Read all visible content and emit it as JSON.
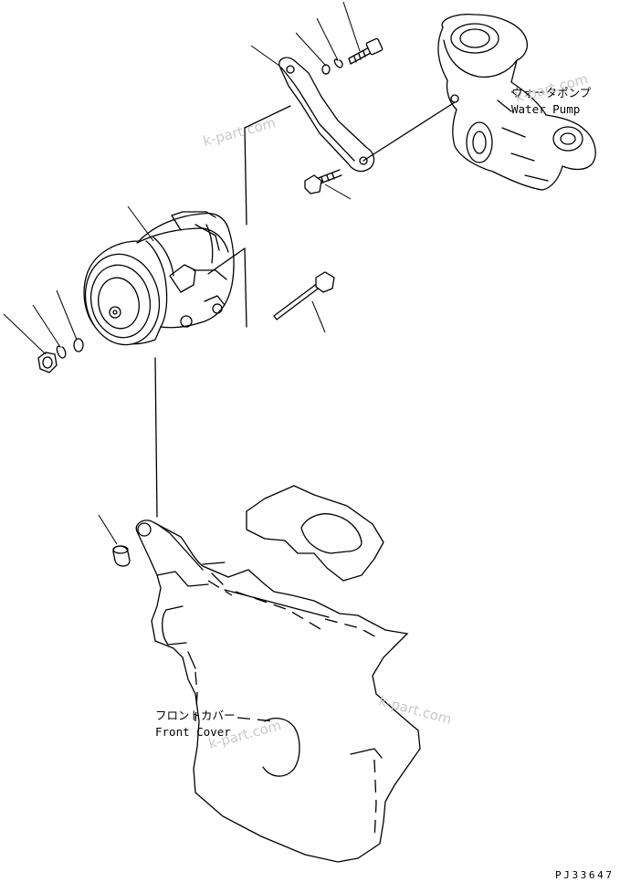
{
  "labels": {
    "water_pump_jp": "ウォータポンプ",
    "water_pump_en": "Water Pump",
    "front_cover_jp": "フロントカバー",
    "front_cover_en": "Front Cover"
  },
  "watermark": "k-part.com",
  "drawing_number": "PJ33647",
  "colors": {
    "line": "#000000",
    "watermark": "#c9c9c9",
    "background": "#ffffff"
  }
}
